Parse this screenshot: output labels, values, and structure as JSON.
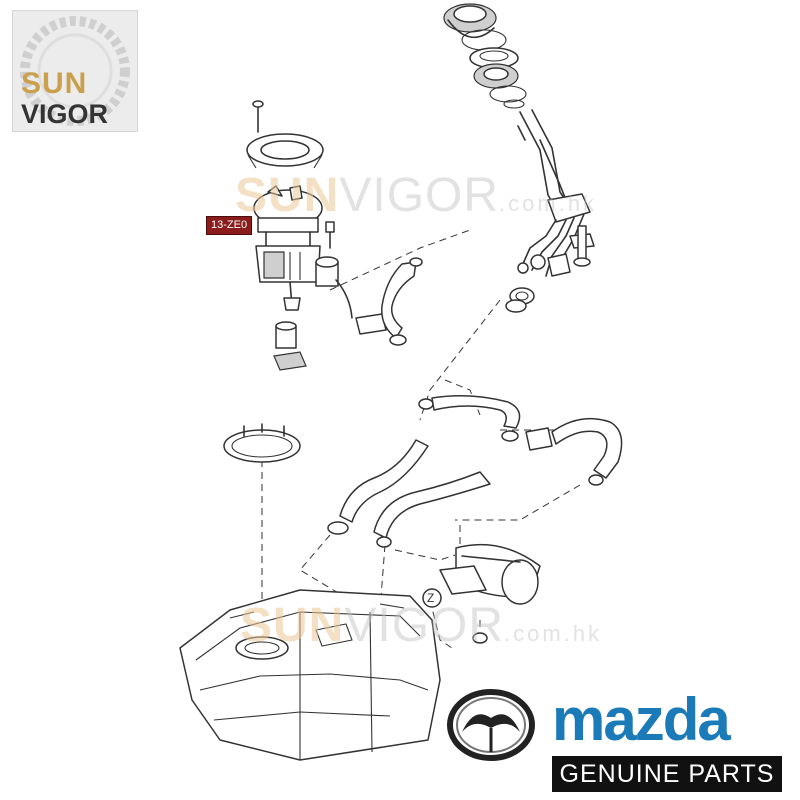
{
  "brand": {
    "watermark_logo_line1": "SUN",
    "watermark_logo_line2": "VIGOR"
  },
  "watermark": {
    "part1": "SUN",
    "part2": "VIGOR",
    "domain": ".com.hk"
  },
  "callout": {
    "label": "13-ZE0",
    "view_marker": "Z"
  },
  "manufacturer": {
    "wordmark": "mazda",
    "tagline": "GENUINE PARTS",
    "wordmark_color": "#1b7bb8"
  }
}
